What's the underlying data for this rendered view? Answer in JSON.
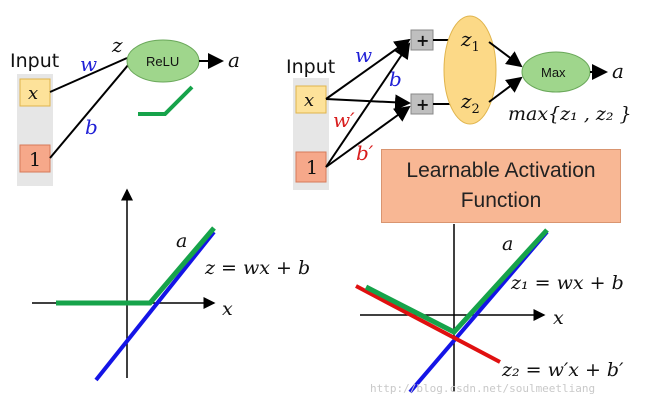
{
  "left_network": {
    "input_label": "Input",
    "x": "x",
    "one": "1",
    "w": "w",
    "b": "b",
    "z": "z",
    "relu": "ReLU",
    "a": "a"
  },
  "right_network": {
    "input_label": "Input",
    "x": "x",
    "one": "1",
    "w": "w",
    "b": "b",
    "w_prime": "w′",
    "b_prime": "b′",
    "plus1": "+",
    "plus2": "+",
    "z1": "z",
    "z1_sub": "1",
    "z2": "z",
    "z2_sub": "2",
    "max": "Max",
    "a": "a",
    "max_formula": "max{z₁ , z₂ }"
  },
  "activation_box": {
    "line1": "Learnable Activation",
    "line2": "Function"
  },
  "left_graph": {
    "a": "a",
    "eq": "z = wx + b",
    "x": "x"
  },
  "right_graph": {
    "a": "a",
    "eq1": "z₁ = wx + b",
    "x": "x",
    "eq2": "z₂ = w′x + b′"
  },
  "colors": {
    "green": "#16a34a",
    "blue": "#1414e6",
    "red": "#e01010",
    "node_green": "#9fd68c",
    "ellipse_yellow": "#fcd987",
    "x_box": "#fde29a",
    "one_box": "#f6a88a",
    "gray_panel": "#e6e6e6",
    "plus_box": "#bfbfbf",
    "activation_box": "#f8b794"
  },
  "watermark": "http://blog.csdn.net/soulmeetliang"
}
